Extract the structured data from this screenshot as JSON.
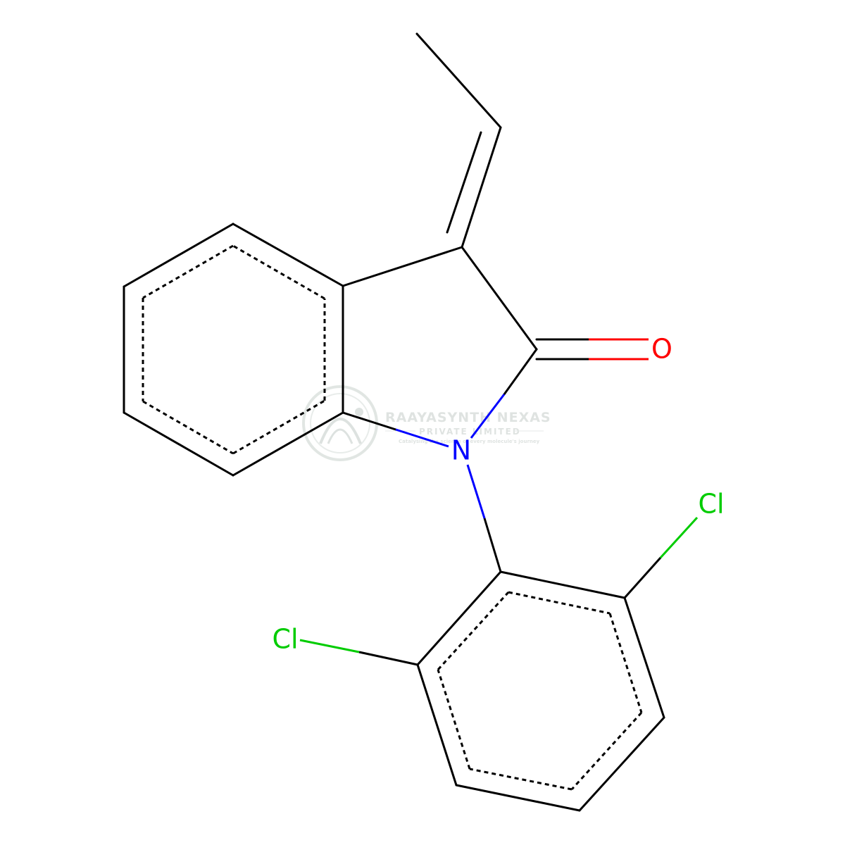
{
  "molecule": {
    "atoms": {
      "oxygen": {
        "symbol": "O",
        "color": "#ff0000"
      },
      "nitrogen": {
        "symbol": "N",
        "color": "#0000ff"
      },
      "chlorine_upper": {
        "symbol": "Cl",
        "color": "#00cc00"
      },
      "chlorine_lower": {
        "symbol": "Cl",
        "color": "#00cc00"
      }
    },
    "bond_color": "#000000"
  },
  "watermark": {
    "company": "RAAYASYNTH NEXAS",
    "subtitle": "PRIVATE LIMITED",
    "tagline": "Catalysing the science of every molecule's journey",
    "color": "#b8c2bd"
  }
}
